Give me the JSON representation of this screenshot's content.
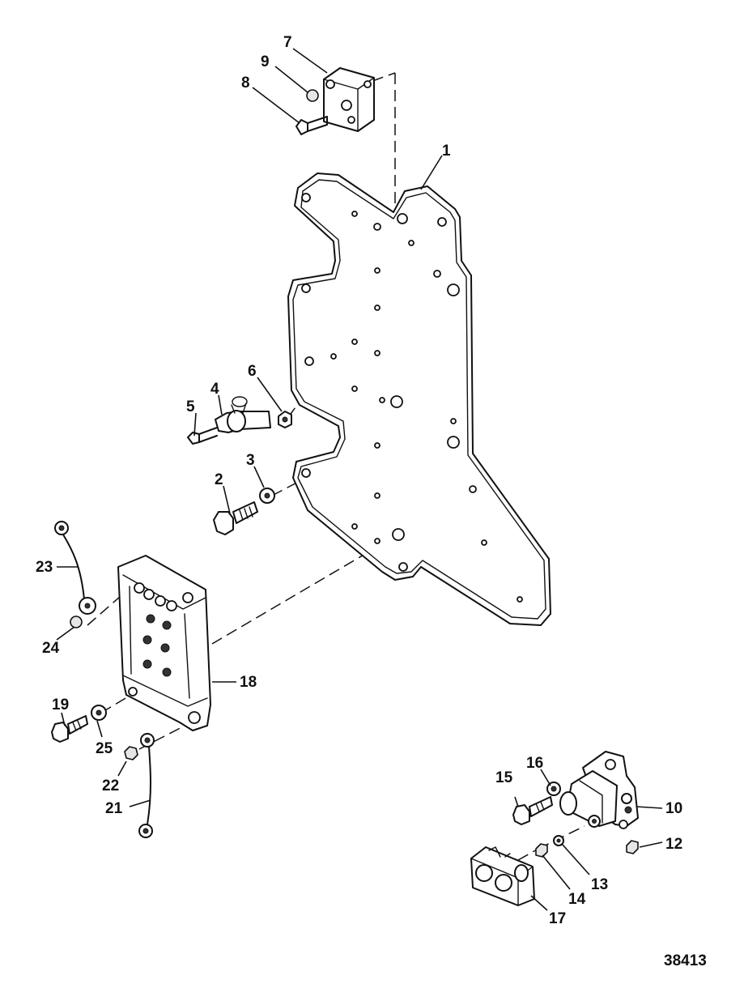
{
  "diagram": {
    "figure_number": "38413",
    "callouts": {
      "c1": "1",
      "c2": "2",
      "c3": "3",
      "c4": "4",
      "c5": "5",
      "c6": "6",
      "c7": "7",
      "c8": "8",
      "c9": "9",
      "c10": "10",
      "c12": "12",
      "c13": "13",
      "c14": "14",
      "c15": "15",
      "c16": "16",
      "c17": "17",
      "c18": "18",
      "c19": "19",
      "c21": "21",
      "c22": "22",
      "c23": "23",
      "c24": "24",
      "c25": "25"
    }
  }
}
